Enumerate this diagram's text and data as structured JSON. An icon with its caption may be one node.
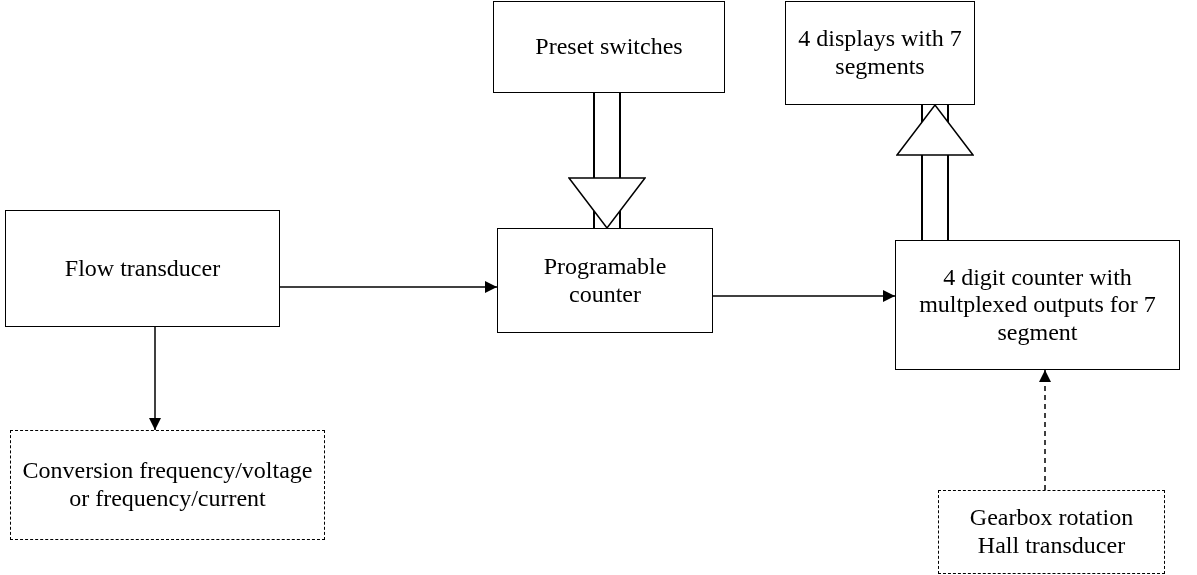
{
  "diagram": {
    "nodes": [
      {
        "text": [
          "Preset switches"
        ]
      },
      {
        "text": [
          "4 displays with 7 segments"
        ]
      },
      {
        "text": [
          "Flow transducer"
        ]
      },
      {
        "text": [
          "Programable counter"
        ]
      },
      {
        "text": [
          "4 digit counter with multplexed outputs for 7 segment"
        ]
      },
      {
        "text": [
          "Conversion frequency/voltage or frequency/current"
        ]
      },
      {
        "text": [
          "Gearbox rotation Hall transducer"
        ]
      }
    ],
    "edges": [
      {
        "from": 0,
        "to": 3,
        "arrow": "to",
        "style": "thick"
      },
      {
        "from": 4,
        "to": 1,
        "arrow": "to",
        "style": "thick"
      },
      {
        "from": 2,
        "to": 3,
        "arrow": "to"
      },
      {
        "from": 3,
        "to": 4,
        "arrow": "to"
      },
      {
        "from": 2,
        "to": 5,
        "arrow": "to"
      },
      {
        "from": 6,
        "to": 4,
        "arrow": "to",
        "style": "dashed"
      }
    ]
  }
}
